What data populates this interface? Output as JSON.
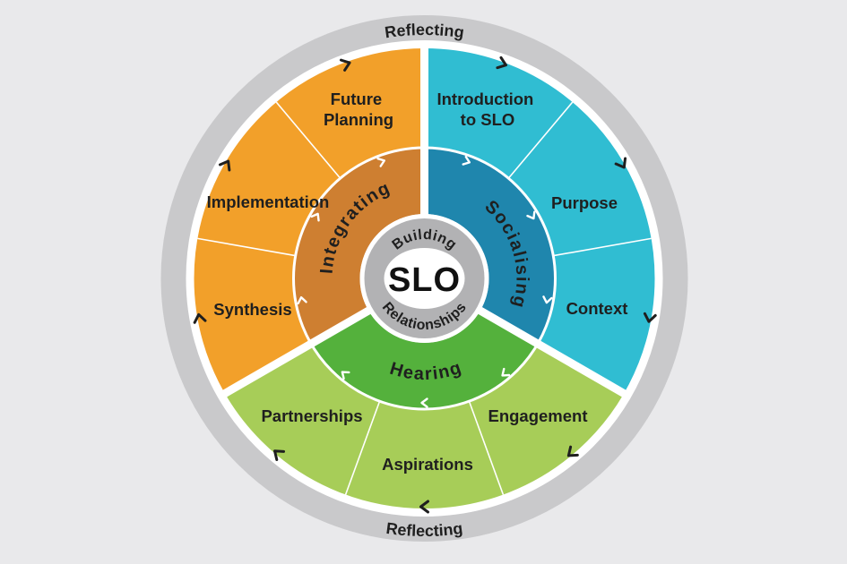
{
  "diagram": {
    "center": {
      "acronym": "SLO",
      "arc_top": "Building",
      "arc_bottom": "Relationships"
    },
    "outer_ring": {
      "label_top": "Reflecting",
      "label_bottom": "Reflecting"
    },
    "sectors": [
      {
        "id": "socialising",
        "ring_label": "Socialising",
        "color": "#30bdd2",
        "ring_color": "#1f86ad",
        "segments": [
          {
            "label": "Introduction to SLO",
            "lines": [
              "Introduction",
              "to SLO"
            ]
          },
          {
            "label": "Purpose",
            "lines": [
              "Purpose"
            ]
          },
          {
            "label": "Context",
            "lines": [
              "Context"
            ]
          }
        ]
      },
      {
        "id": "hearing",
        "ring_label": "Hearing",
        "color": "#a7cd58",
        "ring_color": "#54b13c",
        "segments": [
          {
            "label": "Engagement",
            "lines": [
              "Engagement"
            ]
          },
          {
            "label": "Aspirations",
            "lines": [
              "Aspirations"
            ]
          },
          {
            "label": "Partnerships",
            "lines": [
              "Partnerships"
            ]
          }
        ]
      },
      {
        "id": "integrating",
        "ring_label": "Integrating",
        "color": "#f2a02a",
        "ring_color": "#ce7f31",
        "segments": [
          {
            "label": "Synthesis",
            "lines": [
              "Synthesis"
            ]
          },
          {
            "label": "Implementation",
            "lines": [
              "Implementation"
            ]
          },
          {
            "label": "Future Planning",
            "lines": [
              "Future",
              "Planning"
            ]
          }
        ]
      }
    ],
    "colors": {
      "background": "#e9e9eb",
      "outer_ring_gray": "#c9c9cb",
      "center_ring_gray": "#b2b2b4",
      "divider_white": "#ffffff",
      "text": "#1f1f1f"
    },
    "icons": {
      "flow_direction": "chevron-clockwise-icon"
    }
  }
}
